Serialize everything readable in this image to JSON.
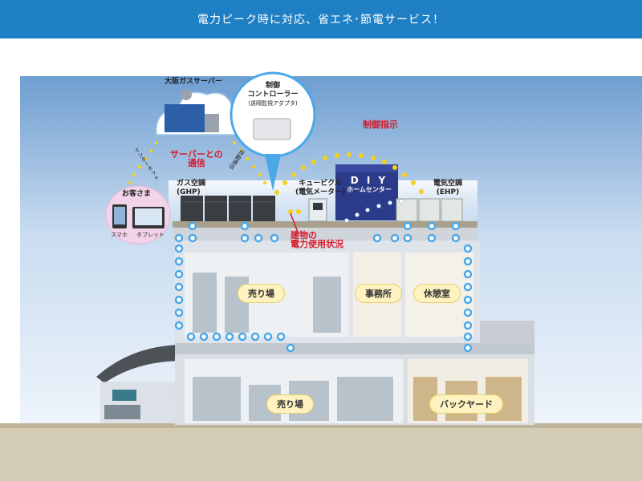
{
  "header": {
    "title": "電力ピーク時に対応、省エネ･節電サービス！"
  },
  "labels": {
    "osaka_gas_server": "大阪ガスサーバー",
    "controller_line1": "制御",
    "controller_line2": "コントローラー",
    "controller_sub": "(遠隔監視アダプタ)",
    "control_command": "制御指示",
    "server_comm_line1": "サーバーとの",
    "server_comm_line2": "通信",
    "internet": "インターネット",
    "mobile_comm": "移動通信",
    "customer": "お客さま",
    "smartphone": "スマホ",
    "tablet": "タブレット",
    "ghp_line1": "ガス空調",
    "ghp_line2": "(GHP)",
    "cubicle_line1": "キュービクル",
    "cubicle_line2": "(電気メーター)",
    "ehp_line1": "電気空調",
    "ehp_line2": "(EHP)",
    "diy_sign_line1": "D I Y",
    "diy_sign_line2": "ホームセンター",
    "building_usage_line1": "建物の",
    "building_usage_line2": "電力使用状況"
  },
  "rooms": {
    "sales_floor_upper": "売り場",
    "office": "事務所",
    "break_room": "休憩室",
    "sales_floor_lower": "売り場",
    "backyard": "バックヤード"
  },
  "colors": {
    "header_bg": "#1e7fc4",
    "signal_dot": "#4aa8e8",
    "control_dot": "#f4d21a",
    "alert_red": "#d8182a",
    "sky_top": "#6e9ed0",
    "ground": "#d4cbb4"
  }
}
